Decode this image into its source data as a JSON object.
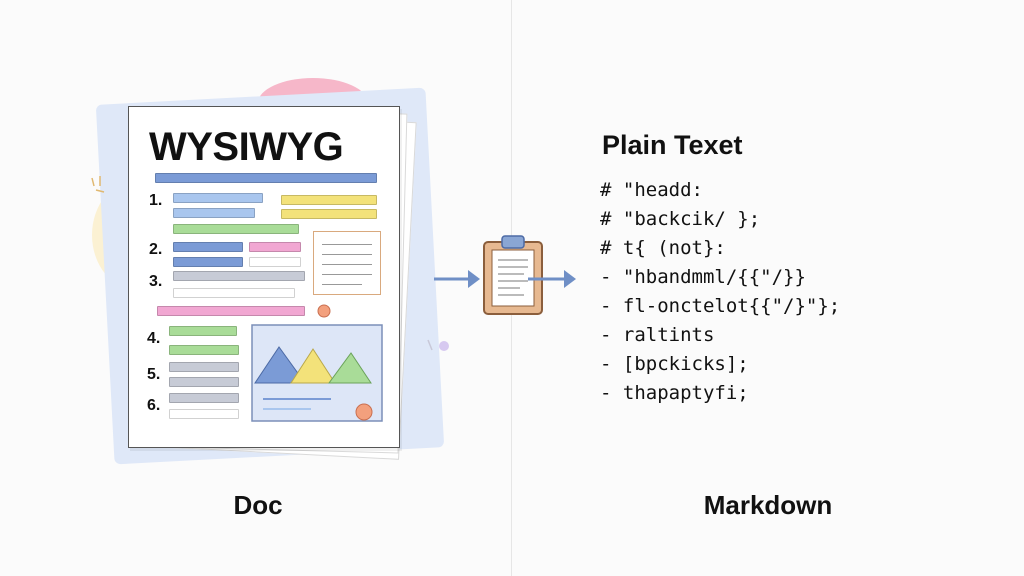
{
  "doc": {
    "title": "WYSIWYG",
    "numbers": [
      "1.",
      "2.",
      "3.",
      "4.",
      "5.",
      "6."
    ]
  },
  "captions": {
    "left": "Doc",
    "right": "Markdown"
  },
  "markdown": {
    "title": "Plain Texet",
    "lines": [
      "# \"headd:",
      "# \"backcik/ };",
      "# t{ (not}:",
      "- \"hbandmml/{{\"/}}",
      "- fl-onctelot{{\"/}\"};",
      "- raltints",
      "- [bpckicks];",
      "- thapaptyfi;"
    ]
  },
  "colors": {
    "blue": "#7b9bd6",
    "light_blue": "#a9c6ee",
    "yellow": "#f3e27a",
    "green": "#a9dc98",
    "pink": "#f1a7d2",
    "gray": "#c7cbd6",
    "arrow": "#6f8fc6",
    "clipboard": "#d7a77f"
  },
  "icons": [
    "clipboard-icon",
    "right-arrow-icon",
    "image-icon",
    "sun-icon"
  ]
}
